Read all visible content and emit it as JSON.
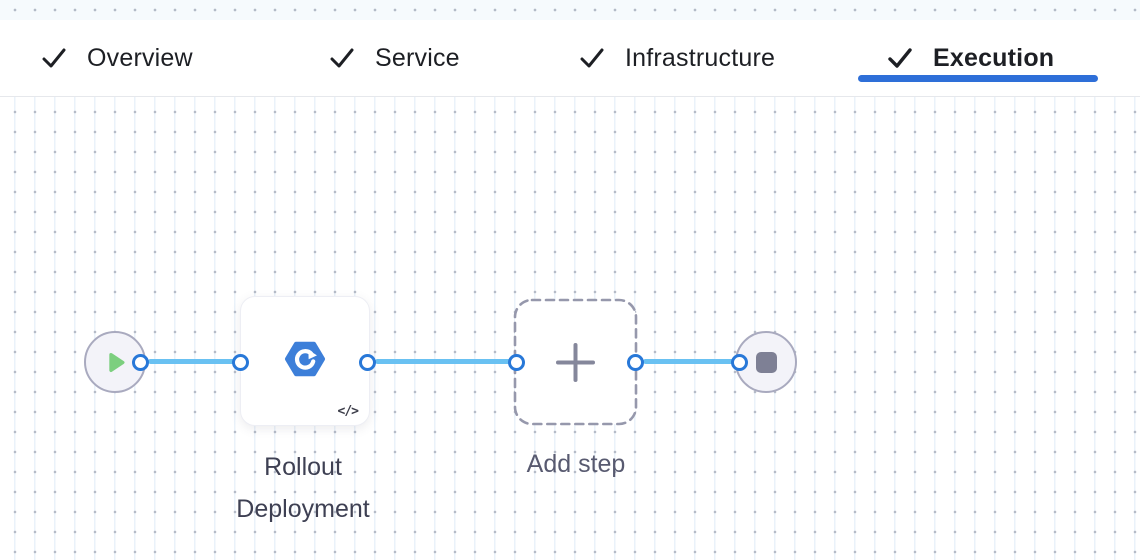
{
  "header": {
    "tabs": [
      {
        "label": "Overview",
        "completed": true,
        "active": false
      },
      {
        "label": "Service",
        "completed": true,
        "active": false
      },
      {
        "label": "Infrastructure",
        "completed": true,
        "active": false
      },
      {
        "label": "Execution",
        "completed": true,
        "active": true
      }
    ]
  },
  "canvas": {
    "start_node": {
      "type": "start",
      "icon": "play-icon"
    },
    "steps": [
      {
        "id": "rollout-deployment",
        "label": "Rollout Deployment",
        "icon": "rollout-deployment-icon",
        "badge": "</>"
      },
      {
        "id": "add-step",
        "label": "Add step",
        "icon": "plus-icon"
      }
    ],
    "end_node": {
      "type": "stop",
      "icon": "stop-icon"
    }
  },
  "colors": {
    "active_tab_underline": "#2e6fd8",
    "edge_line": "#69c1f2",
    "port_border": "#2878d8",
    "play_green": "#7ccf7f",
    "step_icon_blue": "#3d7fd9",
    "stop_gray": "#7e8095",
    "dashed_border": "#9698ac"
  }
}
